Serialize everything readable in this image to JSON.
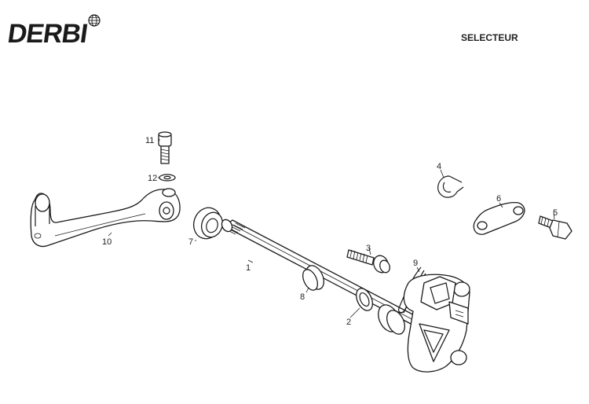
{
  "header": {
    "brand": "DERBI",
    "title": "SELECTEUR"
  },
  "parts": [
    {
      "id": "1",
      "label": "1"
    },
    {
      "id": "2",
      "label": "2"
    },
    {
      "id": "3",
      "label": "3"
    },
    {
      "id": "4",
      "label": "4"
    },
    {
      "id": "5",
      "label": "5"
    },
    {
      "id": "6",
      "label": "6"
    },
    {
      "id": "7",
      "label": "7"
    },
    {
      "id": "8",
      "label": "8"
    },
    {
      "id": "9",
      "label": "9"
    },
    {
      "id": "10",
      "label": "10"
    },
    {
      "id": "11",
      "label": "11"
    },
    {
      "id": "12",
      "label": "12"
    }
  ]
}
